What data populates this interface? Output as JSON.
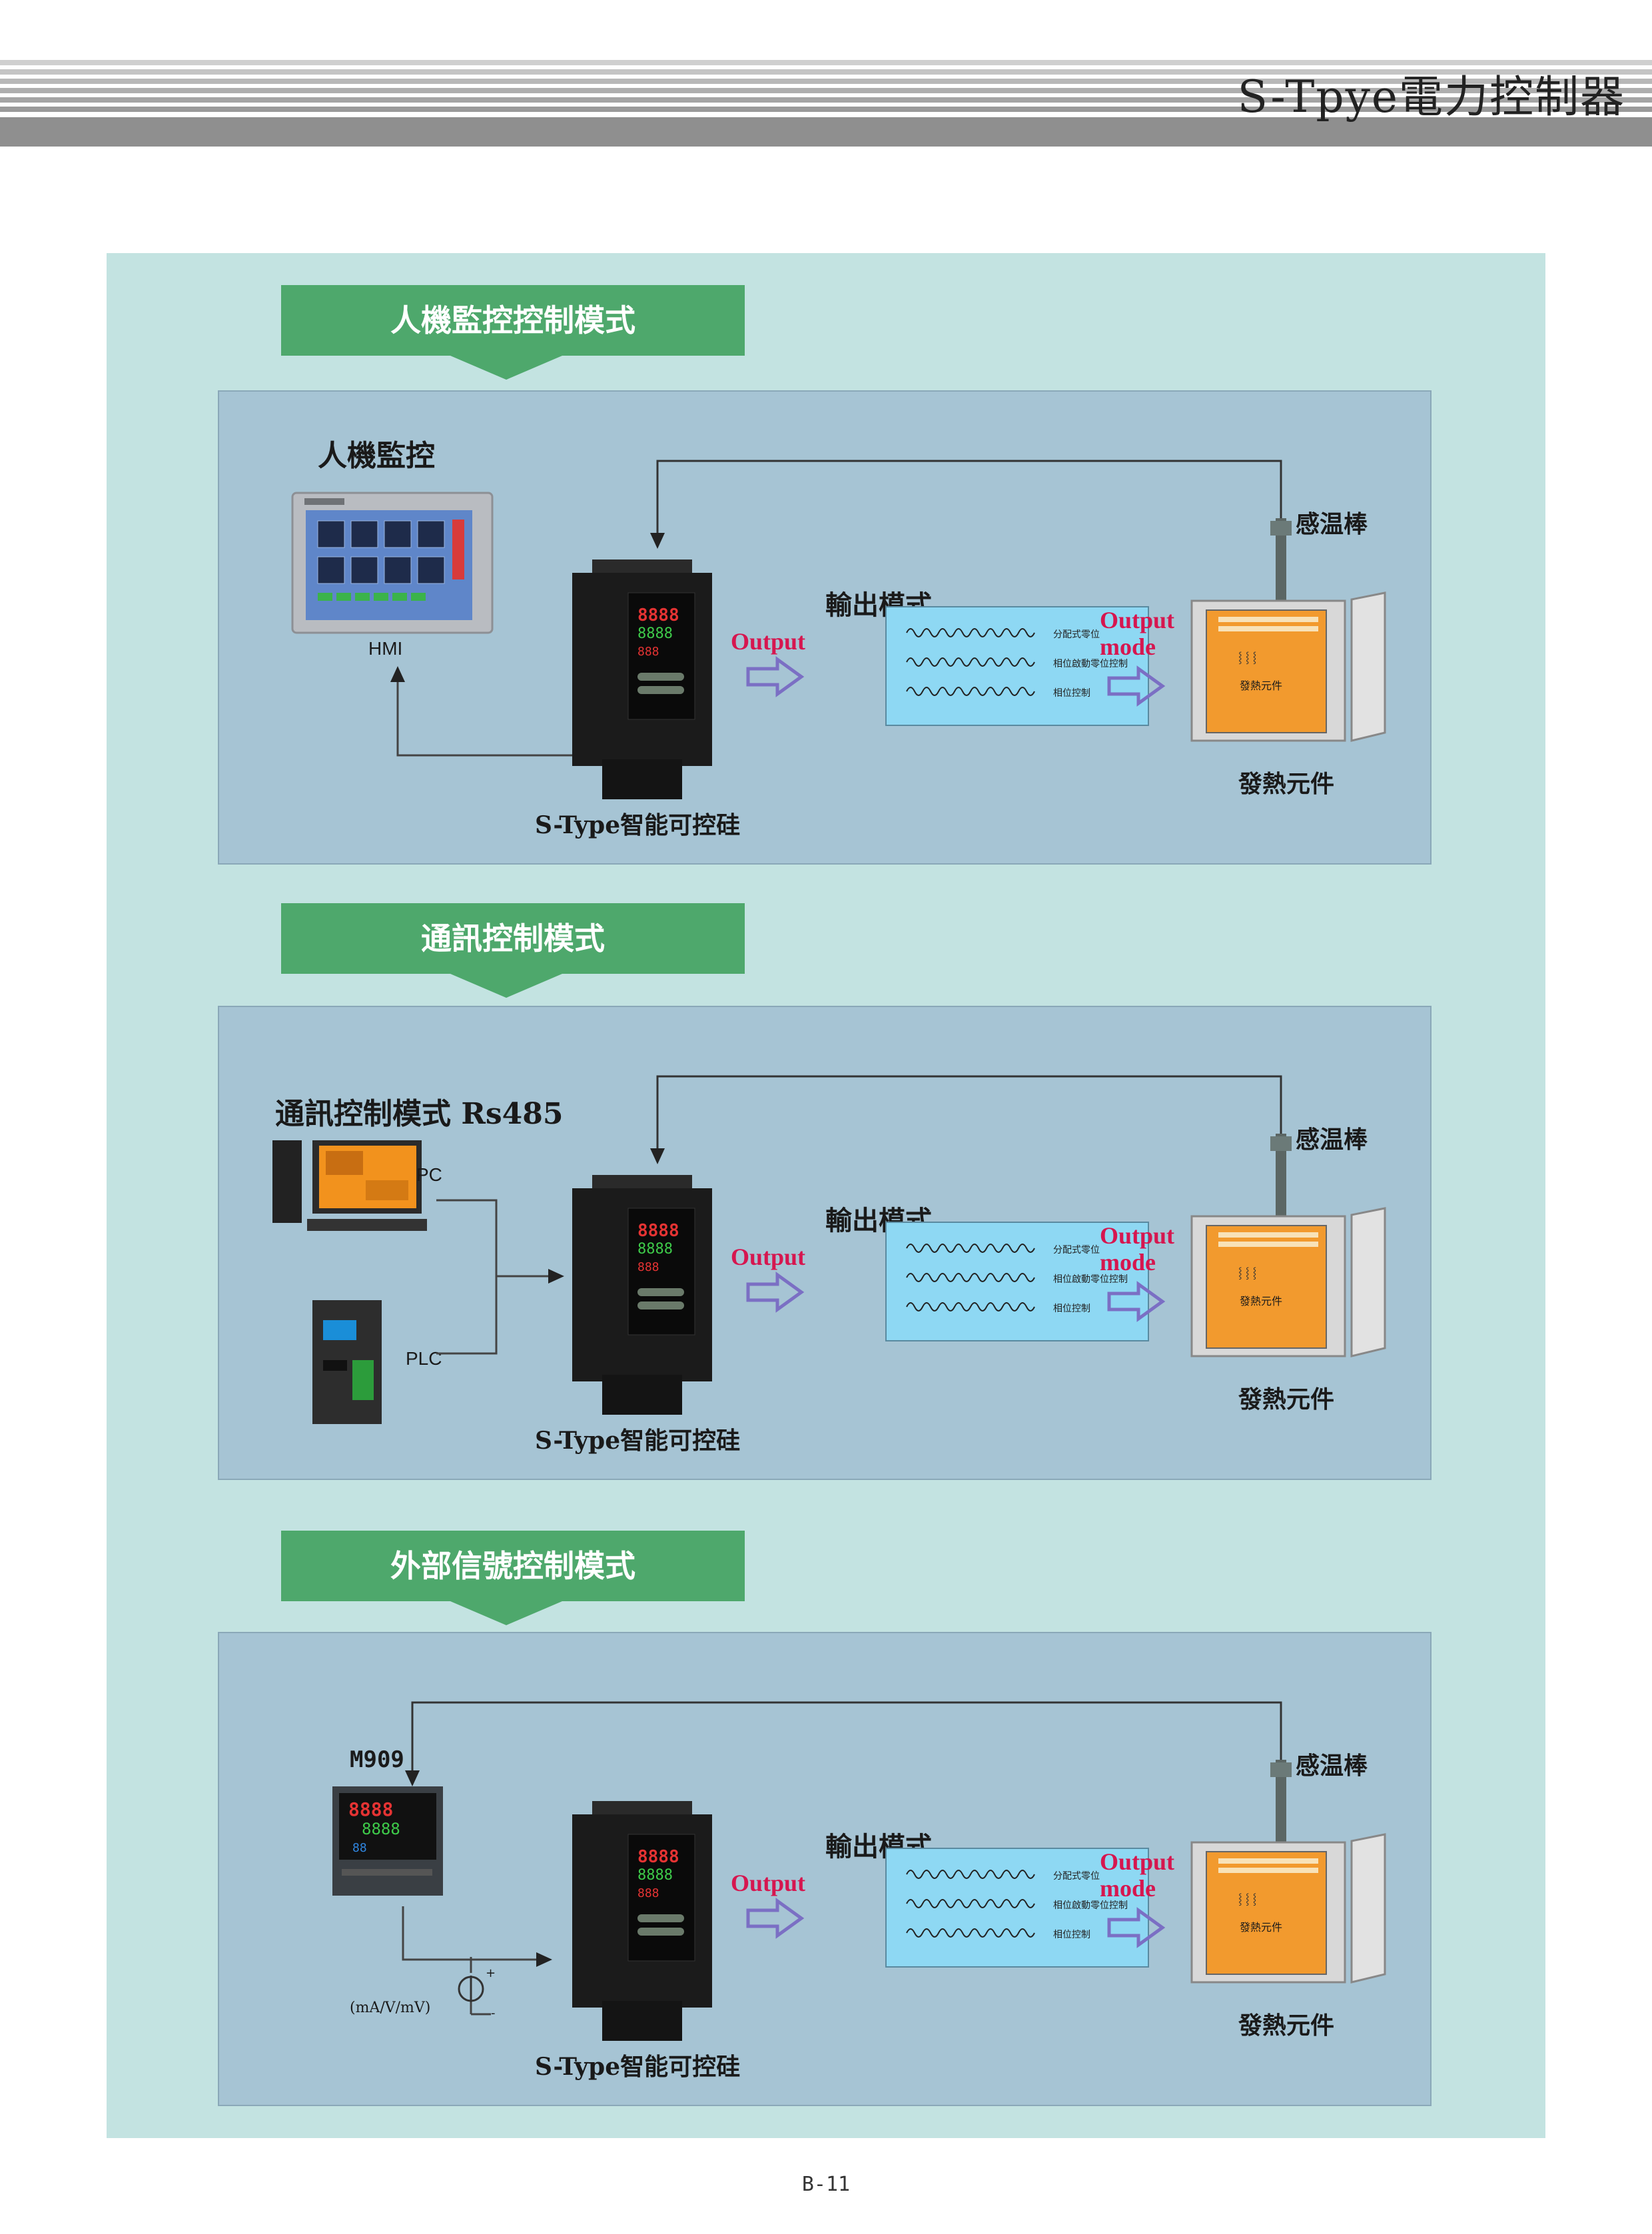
{
  "header": {
    "title": "S-Tpye電力控制器"
  },
  "colors": {
    "banner": "#4ea86c",
    "outer_bg": "#c3e3e1",
    "panel_bg": "#a6c4d4",
    "mode_box": "#8ed8f3",
    "output_red": "#d6164f",
    "arrow_purple": "#7b6fc4",
    "heater_orange": "#f29a2e"
  },
  "sections": [
    {
      "banner": "人機監控控制模式",
      "source_title": "人機監控",
      "source_label": "HMI",
      "controller_label": "S-Type智能可控硅",
      "output_text": "Output",
      "mode_title": "輸出模式",
      "modes": [
        "分配式零位",
        "相位啟動零位控制",
        "相位控制"
      ],
      "output_mode": [
        "Output",
        "mode"
      ],
      "sensor_label": "感温棒",
      "heater_label": "發熱元件",
      "heater_inner": "發熱元件"
    },
    {
      "banner": "通訊控制模式",
      "source_title": "通訊控制模式 Rs485",
      "pc_label": "PC",
      "plc_label": "PLC",
      "controller_label": "S-Type智能可控硅",
      "output_text": "Output",
      "mode_title": "輸出模式",
      "modes": [
        "分配式零位",
        "相位啟動零位控制",
        "相位控制"
      ],
      "output_mode": [
        "Output",
        "mode"
      ],
      "sensor_label": "感温棒",
      "heater_label": "發熱元件",
      "heater_inner": "發熱元件"
    },
    {
      "banner": "外部信號控制模式",
      "source_title": "M909",
      "signal_label": "(mA/V/mV)",
      "signal_plus": "+",
      "signal_minus": "-",
      "controller_label": "S-Type智能可控硅",
      "output_text": "Output",
      "mode_title": "輸出模式",
      "modes": [
        "分配式零位",
        "相位啟動零位控制",
        "相位控制"
      ],
      "output_mode": [
        "Output",
        "mode"
      ],
      "sensor_label": "感温棒",
      "heater_label": "發熱元件",
      "heater_inner": "發熱元件"
    }
  ],
  "page_number": "B-11"
}
